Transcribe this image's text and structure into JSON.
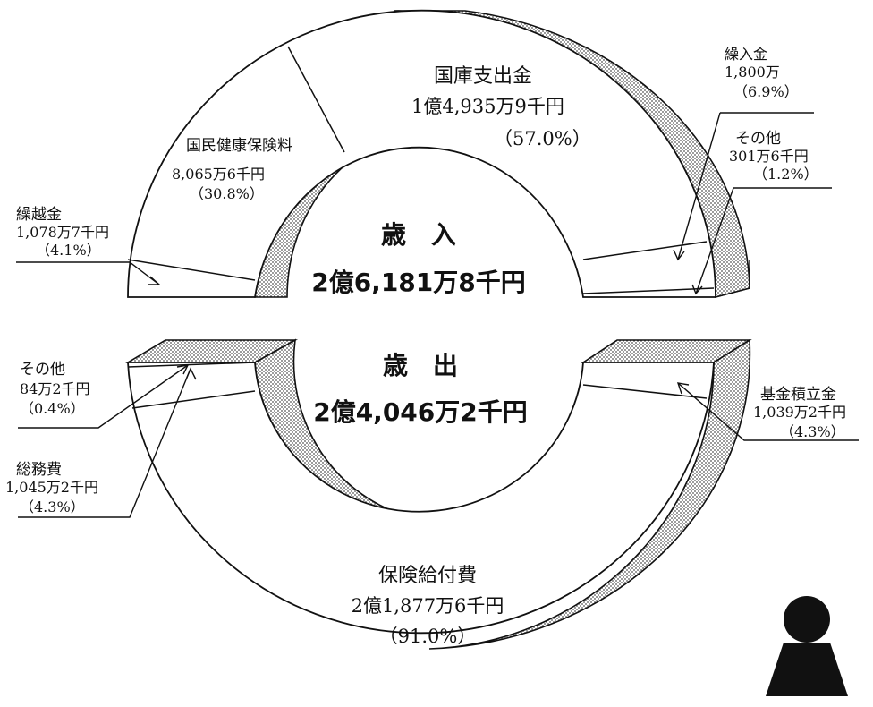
{
  "chart_data": [
    {
      "type": "pie",
      "title": "歳　入",
      "total_label": "2億6,181万8千円",
      "slices": [
        {
          "name": "繰越金",
          "amount_label": "1,078万7千円",
          "pct_label": "（4.1%）",
          "value": 4.1
        },
        {
          "name": "国民健康保険料",
          "amount_label": "8,065万6千円",
          "pct_label": "（30.8%）",
          "value": 30.8
        },
        {
          "name": "国庫支出金",
          "amount_label": "1億4,935万9千円",
          "pct_label": "（57.0%）",
          "value": 57.0
        },
        {
          "name": "繰入金",
          "amount_label": "1,800万",
          "pct_label": "（6.9%）",
          "value": 6.9
        },
        {
          "name": "その他",
          "amount_label": "301万6千円",
          "pct_label": "（1.2%）",
          "value": 1.2
        }
      ]
    },
    {
      "type": "pie",
      "title": "歳　出",
      "total_label": "2億4,046万2千円",
      "slices": [
        {
          "name": "その他",
          "amount_label": "84万2千円",
          "pct_label": "（0.4%）",
          "value": 0.4
        },
        {
          "name": "総務費",
          "amount_label": "1,045万2千円",
          "pct_label": "（4.3%）",
          "value": 4.3
        },
        {
          "name": "保険給付費",
          "amount_label": "2億1,877万6千円",
          "pct_label": "（91.0%）",
          "value": 91.0
        },
        {
          "name": "基金積立金",
          "amount_label": "1,039万2千円",
          "pct_label": "（4.3%）",
          "value": 4.3
        }
      ]
    }
  ],
  "colors": {
    "ink": "#111111",
    "paper": "#ffffff",
    "shade": "#9a9a9a"
  },
  "icons": [
    "person-silhouette-icon"
  ]
}
